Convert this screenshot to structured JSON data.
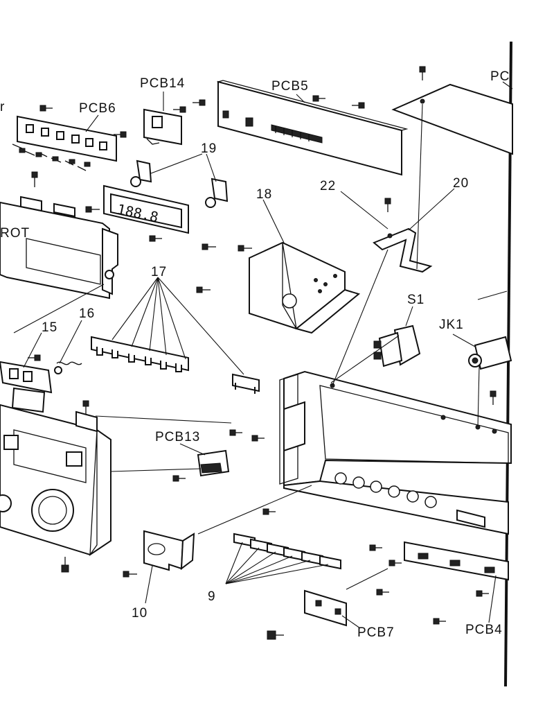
{
  "labels": {
    "pcb14": "PCB14",
    "pcb5": "PCB5",
    "pcb_top": "PC",
    "pcb6": "PCB6",
    "n19": "19",
    "n18": "18",
    "n22": "22",
    "n20": "20",
    "n17": "17",
    "s1": "S1",
    "jk1": "JK1",
    "n16": "16",
    "n15": "15",
    "pcb13": "PCB13",
    "n9": "9",
    "n10": "10",
    "pcb7": "PCB7",
    "pcb4": "PCB4",
    "edge_r": "r",
    "brand": "ROT"
  },
  "display_readout": "188.8"
}
